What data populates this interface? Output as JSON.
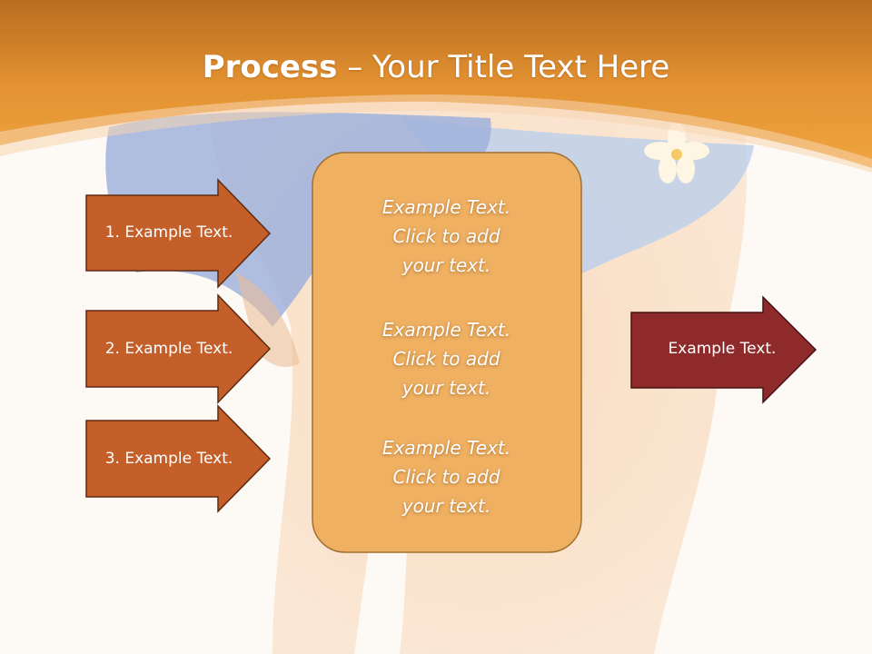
{
  "title": {
    "bold": "Process",
    "rest": " – Your Title Text Here"
  },
  "steps": [
    {
      "label": "1. Example Text."
    },
    {
      "label": "2. Example Text."
    },
    {
      "label": "3. Example Text."
    }
  ],
  "center_items": [
    {
      "lines": [
        "Example Text.",
        "Click  to add",
        "your text."
      ]
    },
    {
      "lines": [
        "Example Text.",
        "Click  to add",
        "your text."
      ]
    },
    {
      "lines": [
        "Example Text.",
        "Click  to add",
        "your text."
      ]
    }
  ],
  "result": {
    "label": "Example Text."
  },
  "colors": {
    "header_orange": "#e8a040",
    "step_arrow": "#c45f2a",
    "result_arrow": "#8e2a2a",
    "center_box": "#efb062"
  }
}
